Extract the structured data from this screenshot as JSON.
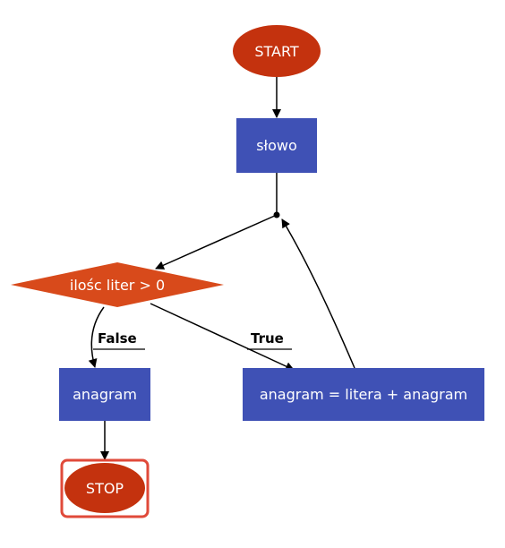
{
  "flowchart": {
    "nodes": {
      "start": {
        "label": "START",
        "shape": "ellipse",
        "color": "#c4320e"
      },
      "slowo": {
        "label": "słowo",
        "shape": "rect",
        "color": "#3f51b5"
      },
      "decision": {
        "label": "ilośc liter > 0",
        "shape": "diamond",
        "color": "#d84a1b"
      },
      "anagram_out": {
        "label": "anagram",
        "shape": "rect",
        "color": "#3f51b5"
      },
      "anagram_assign": {
        "label": "anagram = litera + anagram",
        "shape": "rect",
        "color": "#3f51b5"
      },
      "stop": {
        "label": "STOP",
        "shape": "ellipse",
        "color": "#c4320e",
        "highlight": "#e04a3a"
      }
    },
    "edges": {
      "false_label": "False",
      "true_label": "True"
    }
  }
}
